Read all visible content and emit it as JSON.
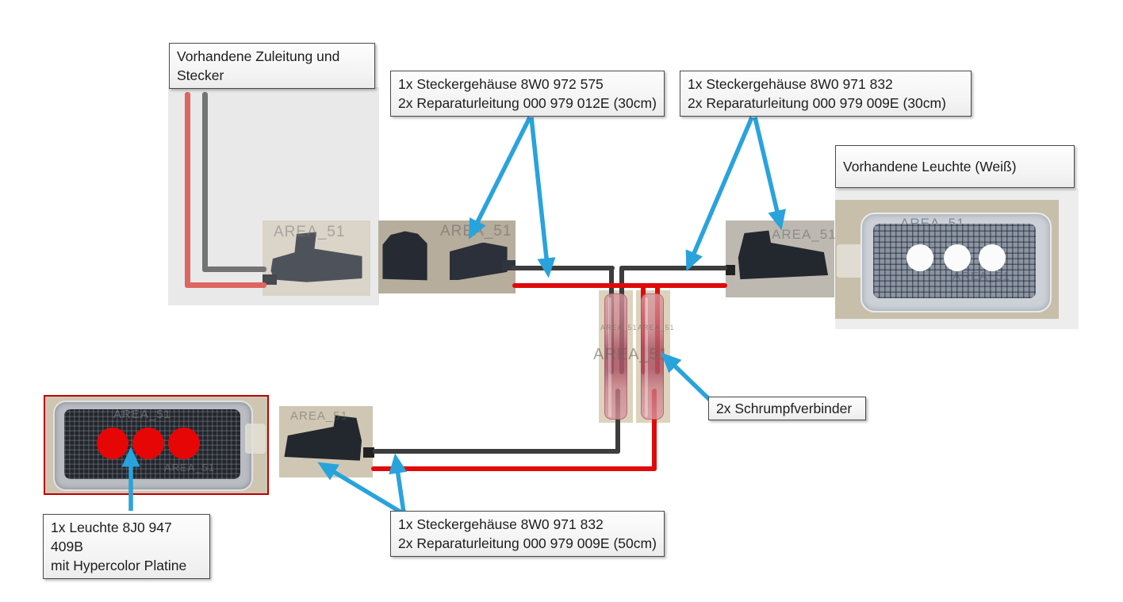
{
  "diagram": {
    "type": "wiring-installation-diagram",
    "language": "de",
    "watermark": "AREA_51",
    "labels": {
      "zuleitung": {
        "line1": "Vorhandene Zuleitung und",
        "line2": "Stecker"
      },
      "stecker_575": {
        "line1": "1x Steckergehäuse 8W0 972 575",
        "line2": "2x Reparaturleitung 000 979 012E (30cm)"
      },
      "stecker_832_30": {
        "line1": "1x Steckergehäuse 8W0 971 832",
        "line2": "2x Reparaturleitung 000 979 009E (30cm)"
      },
      "leuchte_weiss": {
        "text": "Vorhandene Leuchte (Weiß)"
      },
      "schrumpfverbinder": {
        "text": "2x Schrumpfverbinder"
      },
      "leuchte_hypercolor": {
        "line1": "1x Leuchte 8J0 947 409B",
        "line2": "mit Hypercolor Platine"
      },
      "stecker_832_50": {
        "line1": "1x Steckergehäuse 8W0 971 832",
        "line2": "2x Reparaturleitung 000 979 009E (50cm)"
      }
    },
    "colors": {
      "arrow_blue": "#29a3dc",
      "wire_red": "#e10a0a",
      "wire_black": "#3d3d3d",
      "wire_red_muted": "#dd6660",
      "wire_gray_muted": "#737373",
      "led_red": "#e60606",
      "highlight_border_red": "#c00000",
      "shrink_pink": "#c67c86"
    }
  }
}
